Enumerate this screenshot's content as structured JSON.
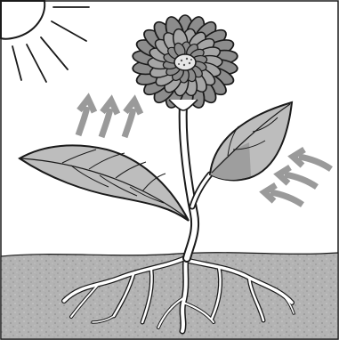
{
  "diagram": {
    "subject": "flowering-plant",
    "parts": [
      "sun",
      "flower",
      "stem",
      "left-leaf",
      "right-leaf",
      "soil",
      "roots"
    ],
    "arrow_groups": [
      {
        "name": "upward-arrows",
        "count": 3,
        "direction": "up"
      },
      {
        "name": "incoming-arrows",
        "count": 3,
        "direction": "left-up"
      }
    ],
    "colors": {
      "outline": "#1a1a1a",
      "petal": "#8c8c8c",
      "petal_inner": "#a6a6a6",
      "flower_center": "#e6e6e6",
      "leaf": "#bdbdbd",
      "leaf_dark": "#9e9e9e",
      "soil": "#b3b3b3",
      "arrow": "#9a9a9a",
      "stem": "#ffffff"
    }
  }
}
